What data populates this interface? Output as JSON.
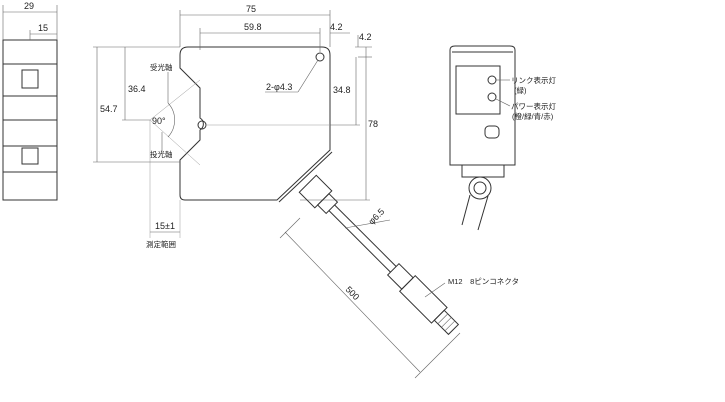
{
  "dimensions": {
    "side_width": "29",
    "side_half": "15",
    "width": "75",
    "hole_pitch_x": "59.8",
    "hole_offset_x": "4.2",
    "hole_offset_y": "4.2",
    "hole_pitch_y": "34.8",
    "height": "78",
    "axis_height": "54.7",
    "axis_offset": "36.4",
    "angle": "90°",
    "range": "15±1",
    "holes": "2-φ4.3",
    "cable_dia": "φ6.5",
    "cable_length": "500"
  },
  "labels": {
    "receiver_axis": "受光軸",
    "emitter_axis": "投光軸",
    "measuring_range": "測定範囲",
    "link_led": "リンク表示灯",
    "link_led_color": "(緑)",
    "power_led": "パワー表示灯",
    "power_led_colors": "(橙/緑/青/赤)",
    "connector": "M12　8ピンコネクタ"
  }
}
